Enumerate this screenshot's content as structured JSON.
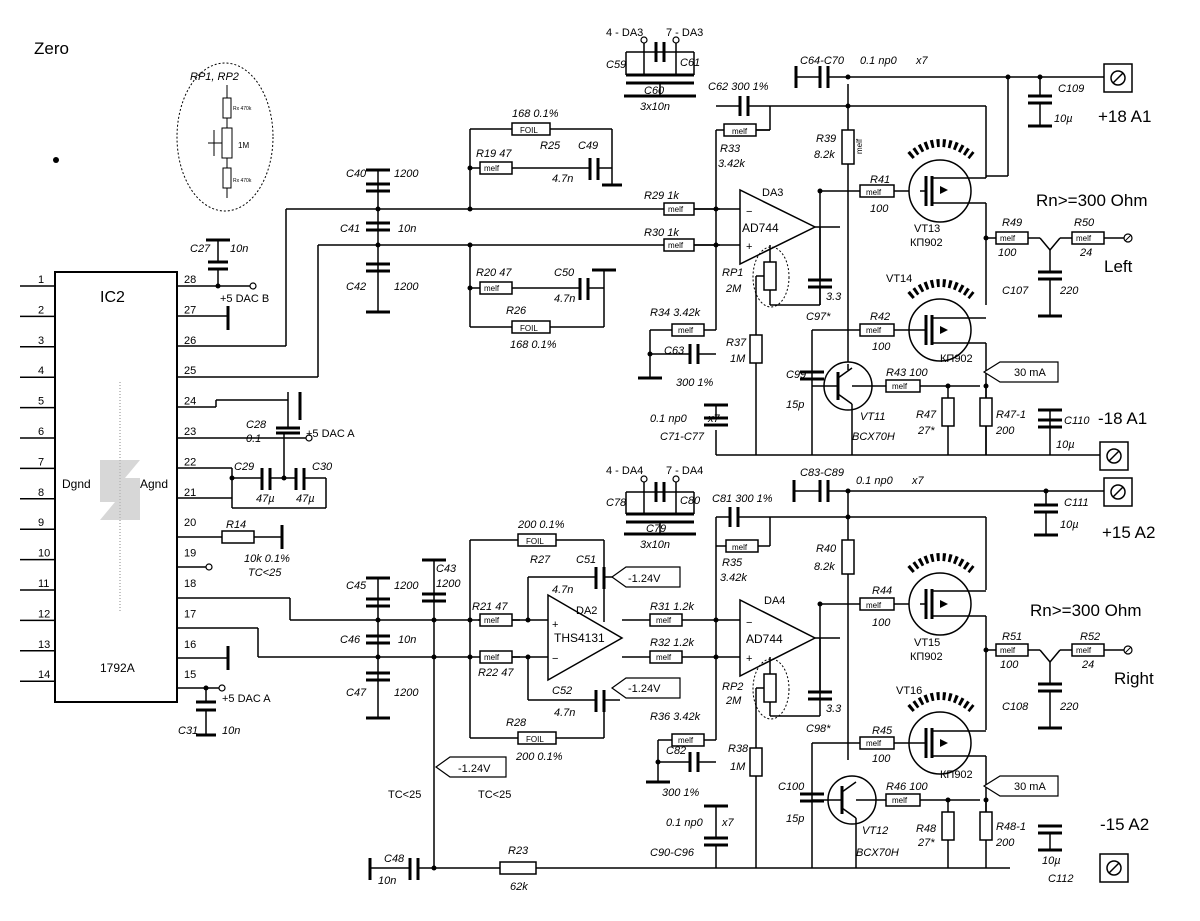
{
  "corner": {
    "title": "Zero"
  },
  "inset": {
    "title": "RP1, RP2",
    "pot": "1M",
    "r_top": "Rx 470k",
    "r_bot": "Rx 470k"
  },
  "ic2": {
    "name": "IC2",
    "part": "1792A",
    "left_label": "Dgnd",
    "right_label": "Agnd",
    "left_pins": [
      "1",
      "2",
      "3",
      "4",
      "5",
      "6",
      "7",
      "8",
      "9",
      "10",
      "11",
      "12",
      "13",
      "14"
    ],
    "right_pins": [
      "28",
      "27",
      "26",
      "25",
      "24",
      "23",
      "22",
      "21",
      "20",
      "19",
      "18",
      "17",
      "16",
      "15"
    ]
  },
  "supplies": {
    "dac_b": "+5 DAC B",
    "dac_a_top": "+5 DAC A",
    "dac_a_bot": "+5 DAC A"
  },
  "rails": {
    "p18": "+18 A1",
    "m18": "-18 A1",
    "p15": "+15 A2",
    "m15": "-15 A2"
  },
  "notes": {
    "rn_top": "Rn>=300 Ohm",
    "rn_bot": "Rn>=300 Ohm",
    "left": "Left",
    "right": "Right",
    "ma_top": "30 mA",
    "ma_bot": "30 mA",
    "neg_ref": "-1.24V",
    "tc1": "TC<25",
    "tc2": "TC<25",
    "x7": "x7",
    "melf": "melf",
    "foil": "FOIL"
  },
  "chips": {
    "da3": "DA3",
    "da3_part": "AD744",
    "da4": "DA4",
    "da4_part": "AD744",
    "da2": "DA2",
    "da2_part": "THS4131",
    "da3_pin4": "4 - DA3",
    "da3_pin7": "7 - DA3",
    "da4_pin4": "4 - DA4",
    "da4_pin7": "7 - DA4"
  },
  "transistors": {
    "vt13": "VT13",
    "vt14": "VT14",
    "vt15": "VT15",
    "vt16": "VT16",
    "kp902": "КП902",
    "vt11": "VT11",
    "vt12": "VT12",
    "bcx": "BCX70H"
  },
  "parts": {
    "C27": "C27",
    "C27v": "10n",
    "C28": "C28",
    "C28v": "0.1",
    "C29": "C29",
    "C30": "C30",
    "C29v": "47µ",
    "C30v": "47µ",
    "R14": "R14",
    "R14v": "10k 0.1%",
    "R14tc": "TC<25",
    "C31": "C31",
    "C31v": "10n",
    "C40": "C40",
    "C40v": "1200",
    "C41": "C41",
    "C41v": "10n",
    "C42": "C42",
    "C42v": "1200",
    "C43": "C43",
    "C43v": "1200",
    "C45": "C45",
    "C45v": "1200",
    "C46": "C46",
    "C46v": "10n",
    "C47": "C47",
    "C47v": "1200",
    "C48": "C48",
    "C48v": "10n",
    "R23": "R23",
    "R23v": "62k",
    "R25top": "168 0.1%",
    "R25": "R25",
    "R19": "R19 47",
    "C49": "C49",
    "C49v": "4.7n",
    "R29": "R29 1k",
    "R30": "R30 1k",
    "R20": "R20 47",
    "C50": "C50",
    "C50v": "4.7n",
    "R26": "R26",
    "R26v": "168 0.1%",
    "C59": "C59",
    "C61": "C61",
    "C60": "C60",
    "C60v": "3x10n",
    "C62": "C62 300 1%",
    "R33": "R33",
    "R33v": "3.42k",
    "C64": "C64-C70",
    "C64v": "0.1 np0",
    "R39": "R39",
    "R39v": "8.2k",
    "C109": "C109",
    "C109v": "10µ",
    "R41": "R41",
    "R41v": "100",
    "R49": "R49",
    "R49v": "100",
    "R50": "R50",
    "R50v": "24",
    "C107": "C107",
    "C107v": "220",
    "RP1": "RP1",
    "RP1v": "2M",
    "C97": "C97*",
    "C97v": "3.3",
    "R34": "R34 3.42k",
    "C63": "C63",
    "C63v": "300 1%",
    "R37": "R37",
    "R37v": "1M",
    "R42": "R42",
    "R42v": "100",
    "C99": "C99",
    "C99v": "15p",
    "R43": "R43 100",
    "R47": "R47",
    "R47v": "27*",
    "R471": "R47-1",
    "R471v": "200",
    "C110": "C110",
    "C110v": "10µ",
    "C71": "C71-C77",
    "C71v": "0.1 np0",
    "C78": "C78",
    "C80": "C80",
    "C79": "C79",
    "C79v": "3x10n",
    "C81": "C81 300 1%",
    "R35": "R35",
    "R35v": "3.42k",
    "C83": "C83-C89",
    "C83v": "0.1 np0",
    "R40": "R40",
    "R40v": "8.2k",
    "C111": "C111",
    "C111v": "10µ",
    "R27top": "200 0.1%",
    "R27": "R27",
    "C51": "C51",
    "C51v": "4.7n",
    "R21": "R21 47",
    "R22": "R22 47",
    "R31": "R31 1.2k",
    "R32": "R32 1.2k",
    "C52": "C52",
    "C52v": "4.7n",
    "R28": "R28",
    "R28v": "200 0.1%",
    "R44": "R44",
    "R44v": "100",
    "R51": "R51",
    "R51v": "100",
    "R52": "R52",
    "R52v": "24",
    "C108": "C108",
    "C108v": "220",
    "RP2": "RP2",
    "RP2v": "2M",
    "C98": "C98*",
    "C98v": "3.3",
    "R36": "R36 3.42k",
    "C82": "C82",
    "C82v": "300 1%",
    "R38": "R38",
    "R38v": "1M",
    "R45": "R45",
    "R45v": "100",
    "C100": "C100",
    "C100v": "15p",
    "R46": "R46 100",
    "R48": "R48",
    "R48v": "27*",
    "R481": "R48-1",
    "R481v": "200",
    "C112": "C112",
    "C112v": "10µ",
    "C90": "C90-C96",
    "C90v": "0.1 np0"
  }
}
